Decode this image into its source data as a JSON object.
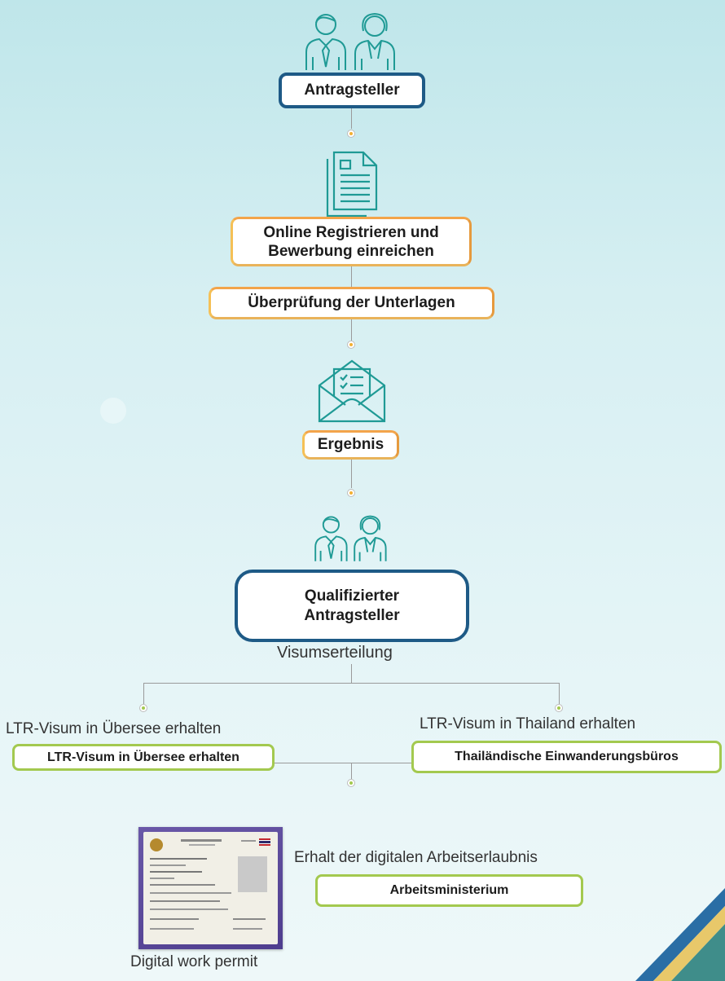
{
  "steps": {
    "applicant": "Antragsteller",
    "register": "Online Registrieren und Bewerbung einreichen",
    "review": "Überprüfung der Unterlagen",
    "result": "Ergebnis",
    "qualified": "Qualifizierter Antragsteller",
    "visa_issuance": "Visumserteilung"
  },
  "branches": {
    "overseas_caption": "LTR-Visum in Übersee erhalten",
    "overseas_box": "LTR-Visum in Übersee erhalten",
    "thailand_caption": "LTR-Visum in Thailand erhalten",
    "thailand_box": "Thailändische Einwanderungsbüros"
  },
  "work_permit": {
    "caption": "Erhalt der digitalen Arbeitserlaubnis",
    "box": "Arbeitsministerium",
    "image_caption": "Digital work permit"
  },
  "colors": {
    "blue": "#1e5a86",
    "orange": "#f3a44a",
    "green": "#a3c94f",
    "icon_teal": "#1f9a95"
  },
  "icons": [
    "applicants-icon",
    "document-icon",
    "envelope-icon",
    "qualified-applicants-icon",
    "work-permit-card-image"
  ]
}
